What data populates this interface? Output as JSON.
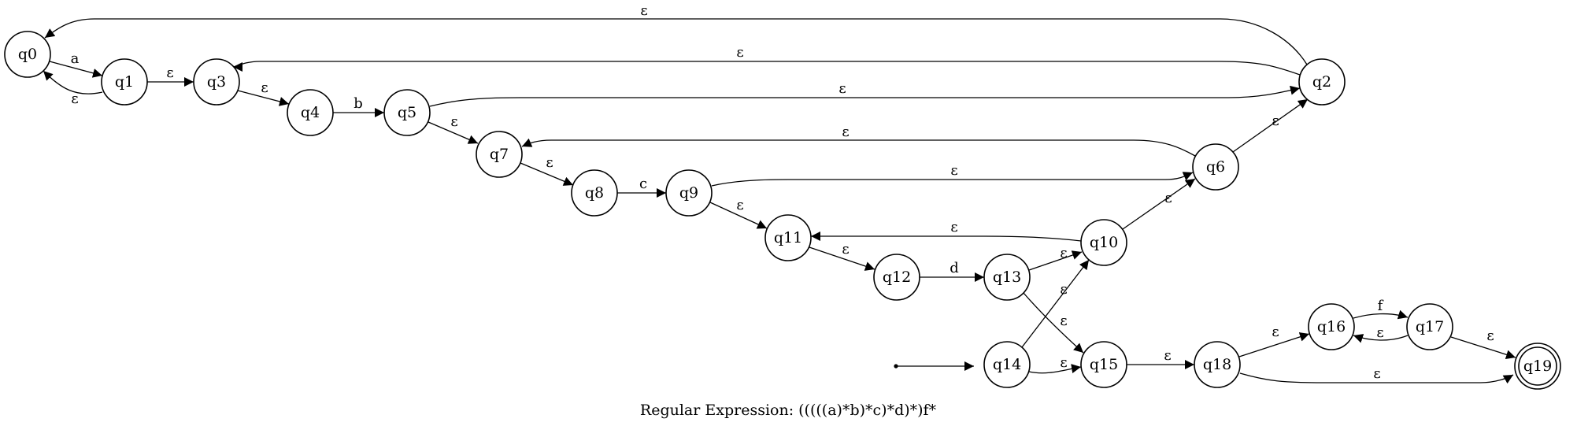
{
  "diagram": {
    "caption": "Regular Expression: (((((a)*b)*c)*d)*)f*",
    "start_state": "q14",
    "accept_states": [
      "q19"
    ],
    "states": [
      "q0",
      "q1",
      "q2",
      "q3",
      "q4",
      "q5",
      "q6",
      "q7",
      "q8",
      "q9",
      "q10",
      "q11",
      "q12",
      "q13",
      "q14",
      "q15",
      "q16",
      "q17",
      "q18",
      "q19"
    ],
    "transitions": [
      {
        "from": "q0",
        "to": "q1",
        "label": "a"
      },
      {
        "from": "q1",
        "to": "q0",
        "label": "ε"
      },
      {
        "from": "q1",
        "to": "q3",
        "label": "ε"
      },
      {
        "from": "q3",
        "to": "q4",
        "label": "ε"
      },
      {
        "from": "q4",
        "to": "q5",
        "label": "b"
      },
      {
        "from": "q5",
        "to": "q2",
        "label": "ε"
      },
      {
        "from": "q5",
        "to": "q7",
        "label": "ε"
      },
      {
        "from": "q2",
        "to": "q0",
        "label": "ε"
      },
      {
        "from": "q2",
        "to": "q3",
        "label": "ε"
      },
      {
        "from": "q7",
        "to": "q8",
        "label": "ε"
      },
      {
        "from": "q8",
        "to": "q9",
        "label": "c"
      },
      {
        "from": "q9",
        "to": "q6",
        "label": "ε"
      },
      {
        "from": "q9",
        "to": "q11",
        "label": "ε"
      },
      {
        "from": "q6",
        "to": "q2",
        "label": "ε"
      },
      {
        "from": "q6",
        "to": "q7",
        "label": "ε"
      },
      {
        "from": "q11",
        "to": "q12",
        "label": "ε"
      },
      {
        "from": "q12",
        "to": "q13",
        "label": "d"
      },
      {
        "from": "q13",
        "to": "q10",
        "label": "ε"
      },
      {
        "from": "q13",
        "to": "q15",
        "label": "ε"
      },
      {
        "from": "q10",
        "to": "q6",
        "label": "ε"
      },
      {
        "from": "q10",
        "to": "q11",
        "label": "ε"
      },
      {
        "from": "q14",
        "to": "q10",
        "label": "ε"
      },
      {
        "from": "q14",
        "to": "q15",
        "label": "ε"
      },
      {
        "from": "q15",
        "to": "q18",
        "label": "ε"
      },
      {
        "from": "q18",
        "to": "q16",
        "label": "ε"
      },
      {
        "from": "q18",
        "to": "q19",
        "label": "ε"
      },
      {
        "from": "q16",
        "to": "q17",
        "label": "f"
      },
      {
        "from": "q17",
        "to": "q16",
        "label": "ε"
      },
      {
        "from": "q17",
        "to": "q19",
        "label": "ε"
      }
    ]
  }
}
